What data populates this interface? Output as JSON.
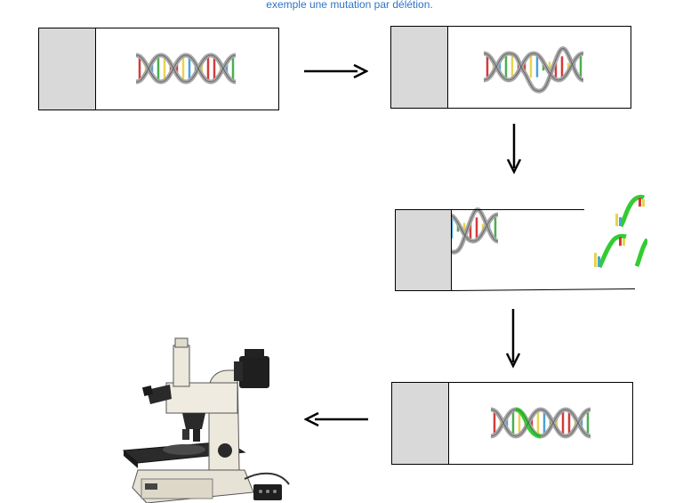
{
  "header": {
    "caption": "exemple une mutation par délétion."
  },
  "palette": {
    "caption_color": "#2e74c8",
    "label_area": "#d9d9d9",
    "dna_backbone": "#a6a6a6",
    "probe_green": "#33cc33"
  },
  "steps": [
    {
      "id": "intact-dna",
      "icon": "dna-double-helix-icon"
    },
    {
      "id": "dna-with-deletion",
      "icon": "dna-deletion-icon"
    },
    {
      "id": "fluorescent-probes-added",
      "icon": "fluorescent-probe-icon"
    },
    {
      "id": "probes-hybridized",
      "icon": "hybridized-dna-icon"
    },
    {
      "id": "microscope-observation",
      "icon": "microscope-icon"
    }
  ]
}
